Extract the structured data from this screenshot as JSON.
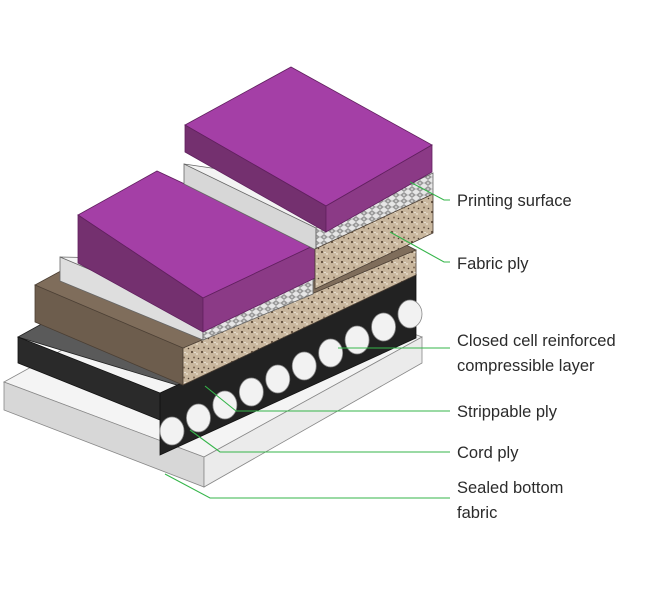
{
  "labels": {
    "printing_surface": "Printing surface",
    "fabric_ply": "Fabric ply",
    "compressible_line1": "Closed cell reinforced",
    "compressible_line2": "compressible layer",
    "strippable_ply": "Strippable ply",
    "cord_ply": "Cord ply",
    "sealed_line1": "Sealed bottom",
    "sealed_line2": "fabric"
  },
  "colors": {
    "printing_surface": "#a43fa6",
    "fabric_ply": "#d6d6d6",
    "compressible_layer": "#8b7a67",
    "strippable_ply": "#464646",
    "cord_ply": "#f2f2f2",
    "sealed_bottom_fabric": "#e9e9e9",
    "leader_lines": "#35b54a"
  }
}
